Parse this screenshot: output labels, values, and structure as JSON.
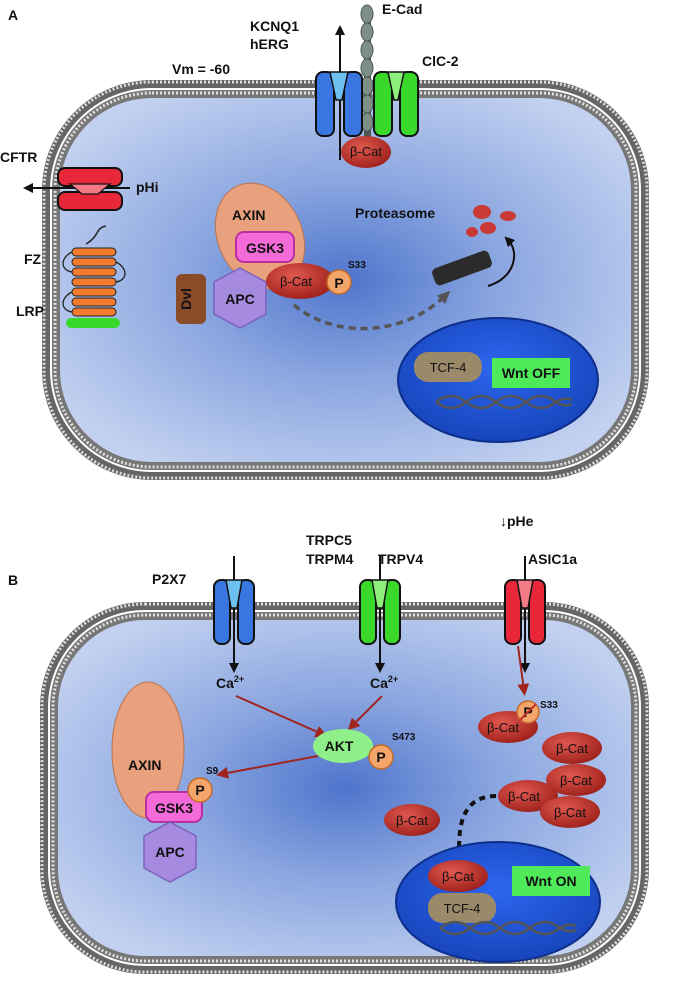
{
  "panelA": {
    "letter": "A",
    "labels": {
      "kcnq1": "KCNQ1",
      "herg": "hERG",
      "ecad": "E-Cad",
      "cic2": "ClC-2",
      "vm": "Vm = -60",
      "cftr": "CFTR",
      "phi": "pHi",
      "fz": "FZ",
      "lrp": "LRP",
      "proteasome": "Proteasome",
      "bcat_membrane": "β-Cat",
      "axin": "AXIN",
      "gsk3": "GSK3",
      "dvl": "Dvl",
      "apc": "APC",
      "bcat_complex": "β-Cat",
      "p": "P",
      "s33": "S33",
      "tcf4": "TCF-4",
      "wnt_state": "Wnt OFF"
    }
  },
  "panelB": {
    "letter": "B",
    "labels": {
      "p2x7": "P2X7",
      "trpc5": "TRPC5",
      "trpm4": "TRPM4",
      "trpv4": "TRPV4",
      "phe": "↓pHe",
      "asic1a": "ASIC1a",
      "ca1": "Ca",
      "ca2": "Ca",
      "ca_sup": "2+",
      "akt": "AKT",
      "p_akt": "P",
      "s473": "S473",
      "axin": "AXIN",
      "gsk3": "GSK3",
      "p_gsk": "P",
      "s9": "S9",
      "apc": "APC",
      "bcat_p": "β-Cat",
      "p_x": "P",
      "s33": "S33",
      "bcat_cluster": [
        "β-Cat",
        "β-Cat",
        "β-Cat",
        "β-Cat"
      ],
      "bcat_free": "β-Cat",
      "bcat_nuc": "β-Cat",
      "tcf4": "TCF-4",
      "wnt_state": "Wnt ON"
    }
  },
  "colors": {
    "cytoplasm": "#a9bfe8",
    "cytoplasm_center": "#5e7fd0",
    "nucleus": "#1f55d9",
    "bcat": "#c0322b",
    "phospho": "#f4a56a",
    "axin": "#e9a07c",
    "gsk3": "#f36ad8",
    "apc": "#a58ae0",
    "dvl": "#8b4a28",
    "tcf4": "#9b8a6a",
    "wnt_box": "#4fea5a",
    "akt": "#8ff08a",
    "channel_blue": "#3a76e0",
    "channel_green": "#39d82b",
    "channel_red": "#e8283a",
    "arrow_red": "#a0251f"
  }
}
